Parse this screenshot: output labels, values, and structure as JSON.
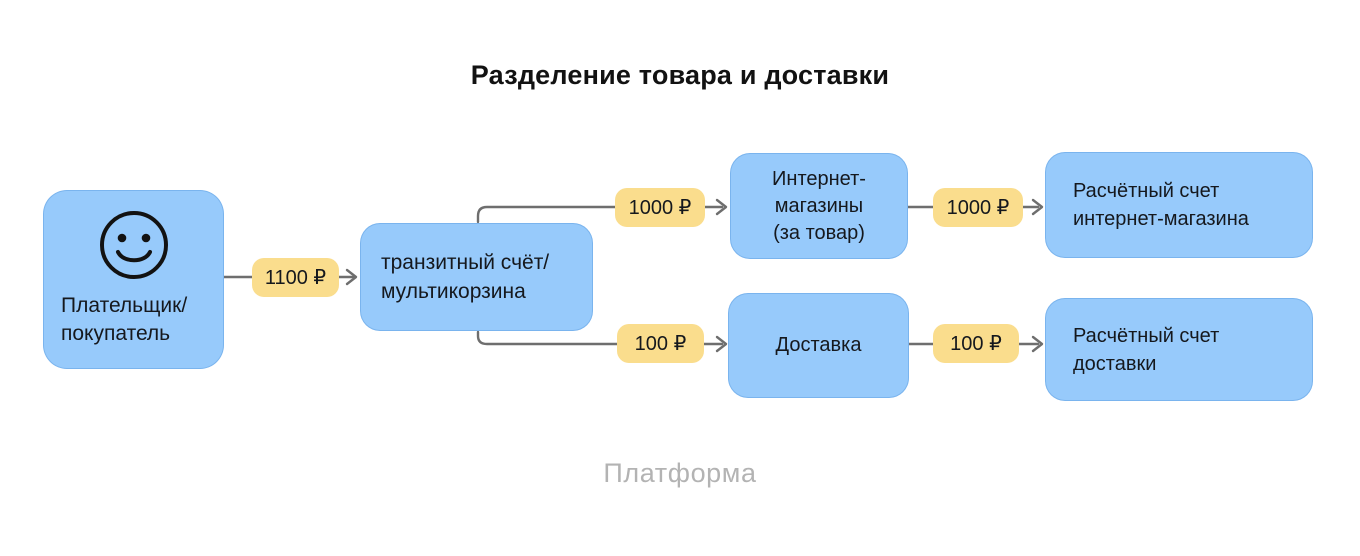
{
  "title": "Разделение товара и доставки",
  "platform_label": "Платформа",
  "colors": {
    "box_blue": "#97CAFB",
    "badge_yellow": "#FADD8D",
    "line_gray": "#6E6E6E",
    "text_dark": "#15181D",
    "platform_gray": "#B3B3B3"
  },
  "nodes": {
    "payer": {
      "icon": "smiley-face-icon",
      "label_line1": "Плательщик/",
      "label_line2": "покупатель"
    },
    "transit": {
      "label_line1": "транзитный счёт/",
      "label_line2": "мультикорзина"
    },
    "shop": {
      "label_line1": "Интернет-",
      "label_line2": "магазины",
      "label_line3": "(за товар)"
    },
    "delivery": {
      "label": "Доставка"
    },
    "shop_account": {
      "label_line1": "Расчётный счет",
      "label_line2": "интернет-магазина"
    },
    "delivery_account": {
      "label_line1": "Расчётный счет",
      "label_line2": "доставки"
    }
  },
  "amounts": {
    "payer_to_transit": "1100 ₽",
    "transit_to_shop": "1000 ₽",
    "shop_to_account": "1000 ₽",
    "transit_to_delivery": "100 ₽",
    "delivery_to_account": "100 ₽"
  }
}
